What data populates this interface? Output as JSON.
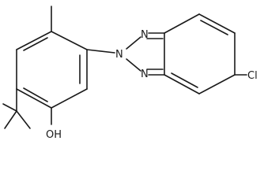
{
  "diagram": {
    "type": "skeletal-structure",
    "atom_labels": {
      "n_top": "N",
      "n_mid": "N",
      "n_bottom": "N",
      "hydroxyl": "OH",
      "chlorine": "Cl"
    },
    "colors": {
      "bond": "#1a1a1a",
      "text": "#1a1a1a",
      "background": "#ffffff"
    }
  }
}
